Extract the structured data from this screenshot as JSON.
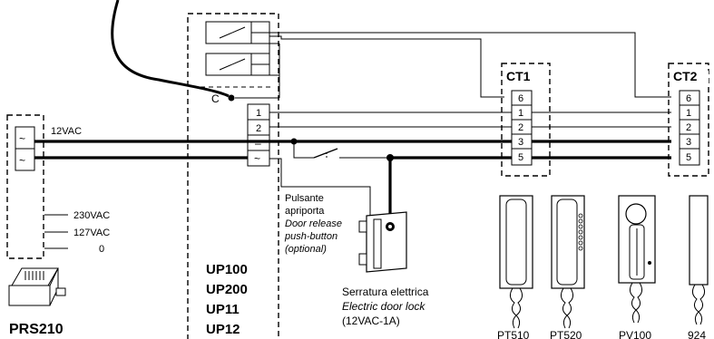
{
  "psu": {
    "label": "PRS210",
    "out_ac": "12VAC",
    "in_230": "230VAC",
    "in_127": "127VAC",
    "in_0": "0"
  },
  "main_unit": {
    "models": [
      "UP100",
      "UP200",
      "UP11",
      "UP12"
    ],
    "common_label": "C",
    "terminals": [
      "1",
      "2",
      "–",
      "~"
    ]
  },
  "distributors": [
    {
      "label": "CT1",
      "terminals": [
        "6",
        "1",
        "2",
        "3",
        "5"
      ]
    },
    {
      "label": "CT2",
      "terminals": [
        "6",
        "1",
        "2",
        "3",
        "5"
      ]
    }
  ],
  "push_button": {
    "line1": "Pulsante",
    "line2": "apriporta",
    "line3_en": "Door release",
    "line4_en": "push-button",
    "line5_en": "(optional)"
  },
  "door_lock": {
    "line1": "Serratura elettrica",
    "line2_en": "Electric door lock",
    "line3": "(12VAC-1A)"
  },
  "handsets": [
    "PT510",
    "PT520",
    "PV100",
    "924"
  ]
}
